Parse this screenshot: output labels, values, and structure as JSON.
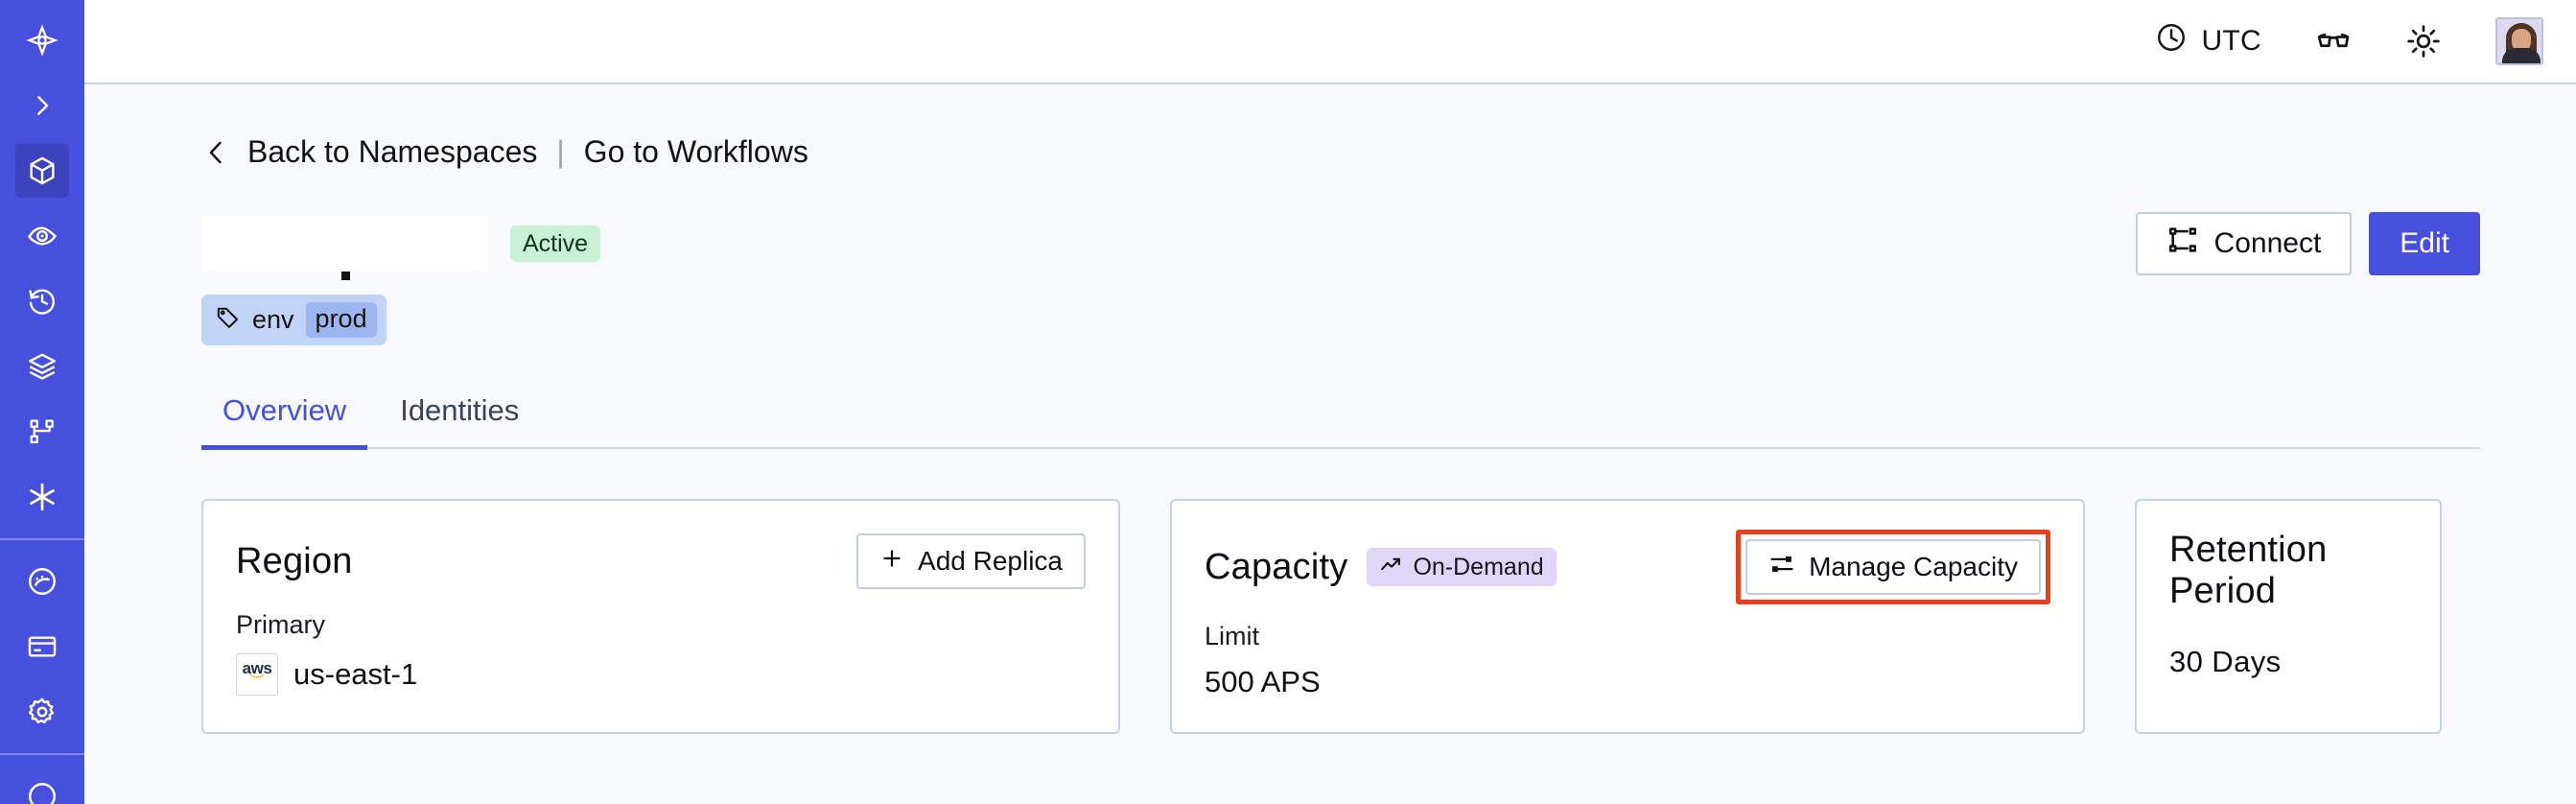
{
  "sidebar": {
    "items": [
      {
        "name": "brand-logo",
        "icon": "temporal-logo-icon",
        "active": false
      },
      {
        "name": "expand-nav",
        "icon": "chevron-right-icon",
        "active": false
      },
      {
        "name": "namespaces",
        "icon": "cube-icon",
        "active": true
      },
      {
        "name": "observability",
        "icon": "eye-icon",
        "active": false
      },
      {
        "name": "history",
        "icon": "clock-rewind-icon",
        "active": false
      },
      {
        "name": "layers",
        "icon": "layers-icon",
        "active": false
      },
      {
        "name": "workflows",
        "icon": "git-branch-icon",
        "active": false
      },
      {
        "name": "integrations",
        "icon": "asterisk-icon",
        "active": false
      },
      {
        "name": "usage",
        "icon": "gauge-icon",
        "active": false
      },
      {
        "name": "billing",
        "icon": "credit-card-icon",
        "active": false
      },
      {
        "name": "settings",
        "icon": "gear-icon",
        "active": false
      }
    ]
  },
  "topbar": {
    "timezone": "UTC",
    "timezone_icon": "clock-icon",
    "glasses_icon": "glasses-icon",
    "theme_icon": "sun-icon",
    "avatar_icon": "user-avatar"
  },
  "breadcrumb": {
    "back_icon": "chevron-left-icon",
    "back_label": "Back to Namespaces",
    "separator": "|",
    "forward_label": "Go to Workflows"
  },
  "header": {
    "namespace_name": "",
    "status_badge": "Active",
    "connect_label": "Connect",
    "connect_icon": "connect-flow-icon",
    "edit_label": "Edit",
    "tag": {
      "key": "env",
      "value": "prod",
      "icon": "tag-icon"
    }
  },
  "tabs": [
    {
      "label": "Overview",
      "active": true
    },
    {
      "label": "Identities",
      "active": false
    }
  ],
  "cards": {
    "region": {
      "title": "Region",
      "action_label": "Add Replica",
      "action_icon": "plus-icon",
      "sub_label": "Primary",
      "provider_icon": "aws-logo",
      "provider_text": "aws",
      "value": "us-east-1"
    },
    "capacity": {
      "title": "Capacity",
      "pill_label": "On-Demand",
      "pill_icon": "trending-up-icon",
      "action_label": "Manage Capacity",
      "action_icon": "sliders-icon",
      "action_highlighted": true,
      "sub_label": "Limit",
      "value": "500 APS"
    },
    "retention": {
      "title": "Retention Period",
      "value": "30 Days"
    }
  },
  "colors": {
    "brand_indigo": "#4650dd",
    "sidebar_active": "#3b43bd",
    "canvas_bg": "#f7f9fc",
    "card_border": "#c4d0e6",
    "badge_active_bg": "#c8f0d4",
    "pill_ondemand_bg": "#e0d6f7",
    "tag_chip_bg": "#c2d3f8",
    "tag_value_bg": "#9db6f2",
    "highlight_red": "#e8401f"
  }
}
